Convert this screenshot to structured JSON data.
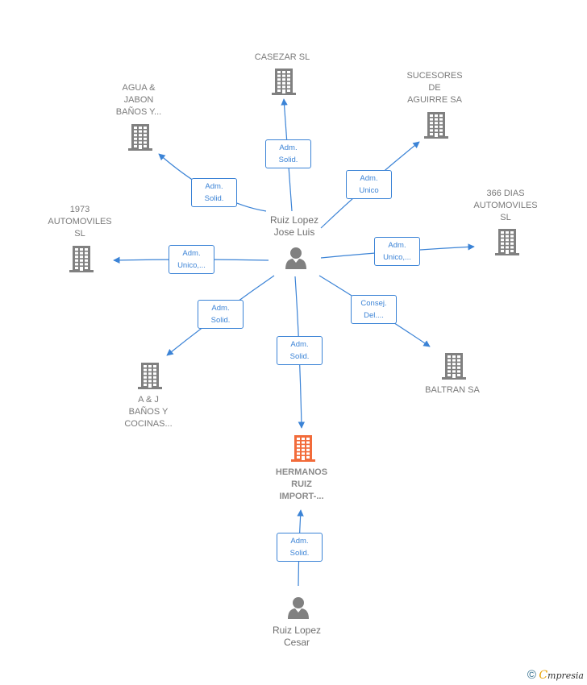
{
  "colors": {
    "edge": "#3b83d6",
    "building": "#808080",
    "main_building": "#f26b3a",
    "person": "#808080"
  },
  "people": [
    {
      "id": "p_jose",
      "name": "Ruiz Lopez\nJose Luis"
    },
    {
      "id": "p_cesar",
      "name": "Ruiz Lopez\nCesar"
    }
  ],
  "companies": [
    {
      "id": "c_hermanos",
      "name": "HERMANOS\nRUIZ\nIMPORT-...",
      "main": true
    },
    {
      "id": "c_casezar",
      "name": "CASEZAR SL"
    },
    {
      "id": "c_agua",
      "name": "AGUA &\nJABON\nBAÑOS Y..."
    },
    {
      "id": "c_sucesores",
      "name": "SUCESORES\nDE\nAGUIRRE SA"
    },
    {
      "id": "c_1973",
      "name": "1973\nAUTOMOVILES\nSL"
    },
    {
      "id": "c_366",
      "name": "366 DIAS\nAUTOMOVILES\nSL"
    },
    {
      "id": "c_aj",
      "name": "A & J\nBAÑOS Y\nCOCINAS..."
    },
    {
      "id": "c_baltran",
      "name": "BALTRAN SA"
    }
  ],
  "relations": [
    {
      "from": "p_jose",
      "to": "c_casezar",
      "label": "Adm.\nSolid."
    },
    {
      "from": "p_jose",
      "to": "c_agua",
      "label": "Adm.\nSolid."
    },
    {
      "from": "p_jose",
      "to": "c_sucesores",
      "label": "Adm.\nUnico"
    },
    {
      "from": "p_jose",
      "to": "c_1973",
      "label": "Adm.\nUnico,..."
    },
    {
      "from": "p_jose",
      "to": "c_366",
      "label": "Adm.\nUnico,..."
    },
    {
      "from": "p_jose",
      "to": "c_aj",
      "label": "Adm.\nSolid."
    },
    {
      "from": "p_jose",
      "to": "c_baltran",
      "label": "Consej.\nDel...."
    },
    {
      "from": "p_jose",
      "to": "c_hermanos",
      "label": "Adm.\nSolid."
    },
    {
      "from": "p_cesar",
      "to": "c_hermanos",
      "label": "Adm.\nSolid."
    }
  ],
  "footer": {
    "copyright": "©",
    "brand_initial": "C",
    "brand_rest": "mpresia"
  }
}
